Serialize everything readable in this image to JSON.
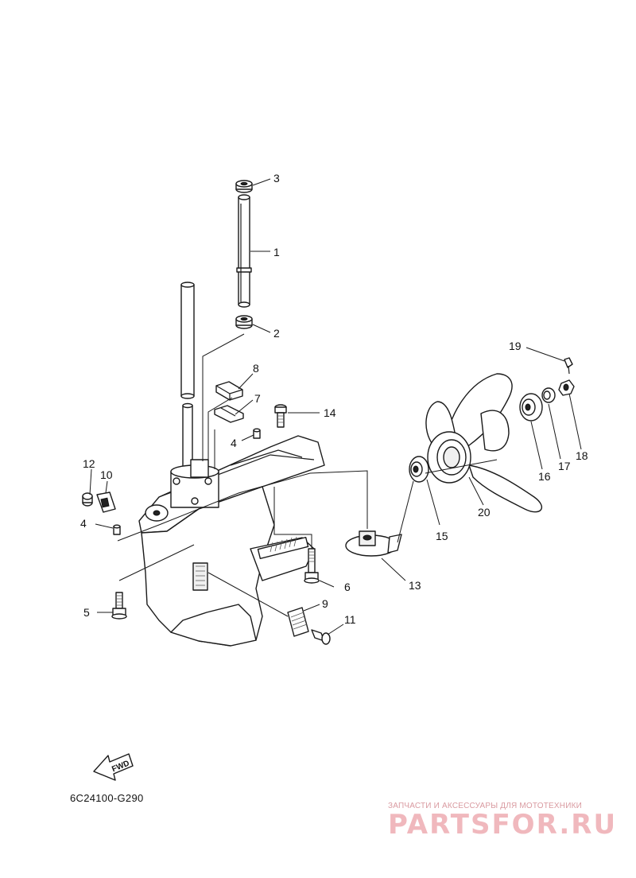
{
  "callouts": {
    "c1": "1",
    "c2": "2",
    "c3": "3",
    "c4a": "4",
    "c4b": "4",
    "c5": "5",
    "c6": "6",
    "c7": "7",
    "c8": "8",
    "c9": "9",
    "c10": "10",
    "c11": "11",
    "c12": "12",
    "c13": "13",
    "c14": "14",
    "c15": "15",
    "c16": "16",
    "c17": "17",
    "c18": "18",
    "c19": "19",
    "c20": "20"
  },
  "fwd_label": "FWD",
  "diagram_code": "6C24100-G290",
  "watermark": {
    "caption": "ЗАПЧАСТИ И АКСЕССУАРЫ ДЛЯ МОТОТЕХНИКИ",
    "logo": "PARTSFOR.RU"
  },
  "colors": {
    "ink": "#1a1a1a",
    "watermark": "#f0b8bd"
  }
}
